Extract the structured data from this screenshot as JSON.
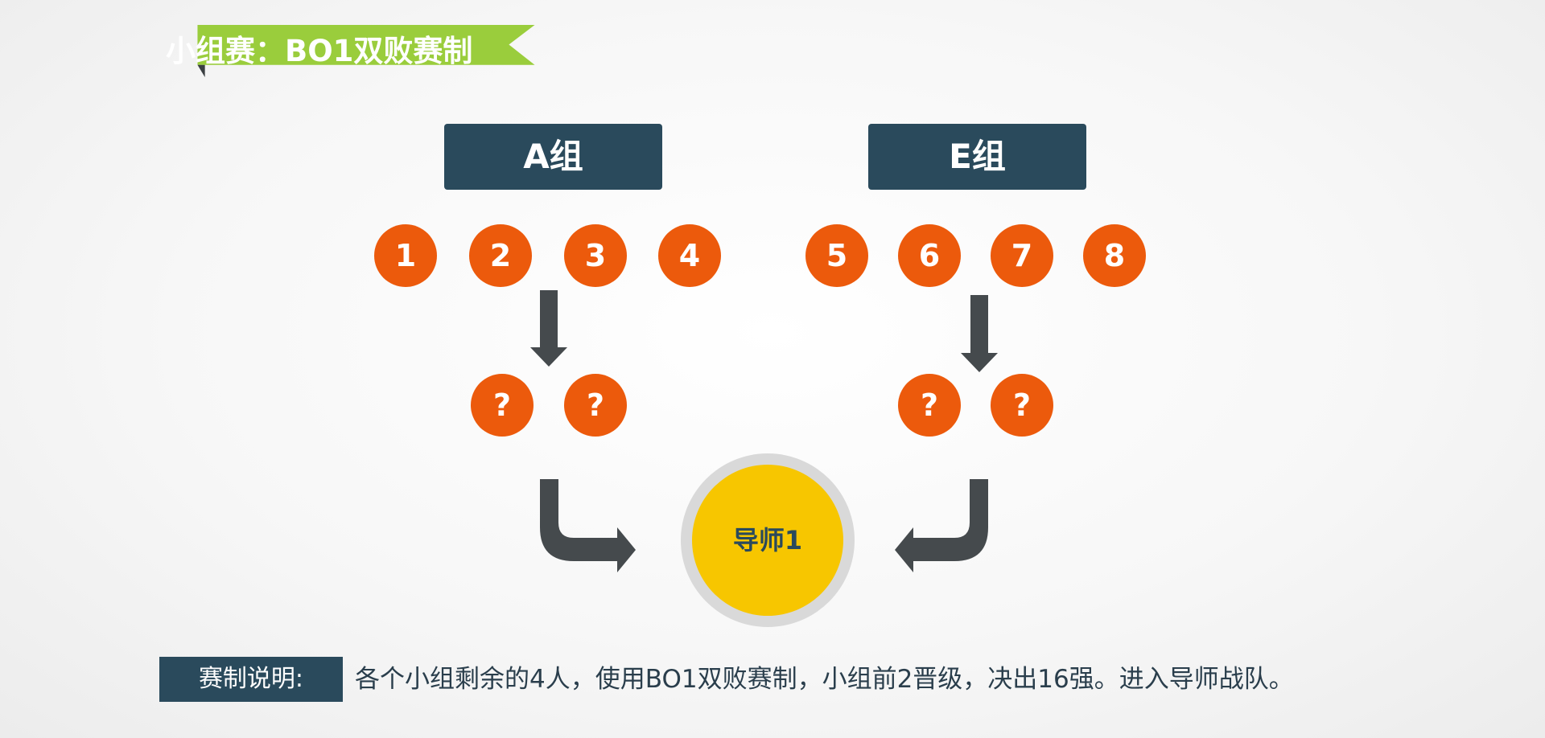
{
  "title": "小组赛：BO1双败赛制",
  "groups": [
    {
      "label": "A组",
      "players": [
        "1",
        "2",
        "3",
        "4"
      ],
      "qualifiers": [
        "?",
        "?"
      ]
    },
    {
      "label": "E组",
      "players": [
        "5",
        "6",
        "7",
        "8"
      ],
      "qualifiers": [
        "?",
        "?"
      ]
    }
  ],
  "mentor": "导师1",
  "note": {
    "label": "赛制说明:",
    "text": "各个小组剩余的4人，使用BO1双败赛制，小组前2晋级，决出16强。进入导师战队。"
  },
  "colors": {
    "accent_green": "#9acd3c",
    "navy": "#2a4a5c",
    "orange": "#ec5a0c",
    "yellow": "#f7c600",
    "arrow": "#454a4d"
  }
}
